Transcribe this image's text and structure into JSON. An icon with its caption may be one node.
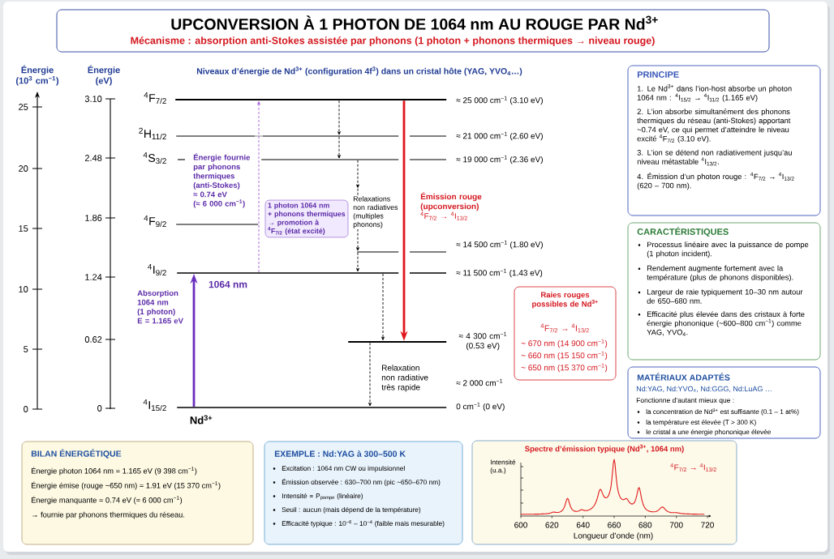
{
  "diagram": {
    "nodes": [
      {
        "text": [
          "UPCONVERSION À 1 PHOTON DE 1064 nm AU ROUGE PAR Nd$^{3+}$",
          "Mécanisme : absorption anti-Stokes assistée par phonons (1 photon + phonons thermiques → niveau rouge)"
        ]
      },
      {
        "text": [
          "$^{4}$F$_{7/2}$"
        ],
        "beside": [
          "≈ 25 000 cm$^{−1}$ (3.10 eV)"
        ]
      },
      {
        "text": [
          "$^{2}$H$_{11/2}$"
        ]
      },
      {
        "text": [
          "$^{4}$S$_{3/2}$"
        ]
      },
      {
        "text": [
          "$^{4}$F$_{9/2}$"
        ]
      },
      {
        "text": [],
        "shape": "bar"
      },
      {
        "text": [
          "$^{4}$I$_{9/2}$"
        ]
      },
      {
        "text": [],
        "shape": "bar",
        "beside": [
          "≈ 4 300 cm$^{−1}$ (0.53 eV)"
        ]
      },
      {
        "text": [
          "$^{4}$I$_{15/2}$"
        ],
        "beside": [
          "0 cm$^{−1}$ (0 eV)"
        ]
      },
      {
        "text": [
          "1 photon 1064 nm + phonons thermiques → promotion à $^{4}$F$_{7/2}$ (état excité)"
        ]
      },
      {
        "text": [
          "Raies rouges possibles de Nd$^{3+}$",
          "$^{4}$F$_{7/2}$ → $^{4}$I$_{13/2}$",
          "~ 670 nm (14 900 cm$^{−1}$)",
          "~ 660 nm (15 150 cm$^{−1}$)",
          "~ 650 nm (15 370 cm$^{−1}$)"
        ]
      },
      {
        "text": [
          "PRINCIPE",
          "1. Le Nd$^{3+}$ dans l’ion-host absorbe un photon 1064 nm : $^{4}$I$_{15/2}$ → $^{4}$I$_{11/2}$ (1.165 eV)",
          "2. L’ion absorbe simultanément des phonons thermiques du réseau (anti-Stokes) apportant ~0.74 eV, ce qui permet d’atteindre le niveau excité $^{4}$F$_{7/2}$ (3.10 eV).",
          "3. L’ion se détend non radiativement jusqu’au niveau métastable $^{4}$I$_{13/2}$.",
          "4. Émission d’un photon rouge : $^{4}$F$_{7/2}$ → $^{4}$I$_{13/2}$ (620 – 700 nm)."
        ]
      },
      {
        "text": [
          "CARACTÉRISTIQUES",
          "Processus linéaire avec la puissance de pompe (1 photon incident).",
          "Rendement augmente fortement avec la température (plus de phonons disponibles).",
          "Largeur de raie typiquement 10–30 nm autour de 650–680 nm.",
          "Efficacité plus élevée dans des cristaux à forte énergie phononique (~600–800 cm$^{−1}$) comme YAG, YVO$_{4}$."
        ]
      },
      {
        "text": [
          "MATÉRIAUX ADAPTÉS",
          "Nd:YAG, Nd:YVO$_{4}$, Nd:GGG, Nd:LuAG …",
          "Fonctionne d’autant mieux que :",
          "la concentration de Nd$^{3+}$ est suffisante (0.1 – 1 at%)",
          "la température est élevée (T > 300 K)",
          "le cristal a une énergie phononique élevée"
        ]
      },
      {
        "text": [
          "BILAN ÉNERGÉTIQUE",
          "Énergie photon 1064 nm = 1.165 eV (9 398 cm$^{−1}$)",
          "Énergie émise (rouge ~650 nm) = 1.91 eV (15 370 cm$^{−1}$)",
          "Énergie manquante = 0.74 eV (≈ 6 000 cm$^{−1}$)",
          "→ fournie par phonons thermiques du réseau."
        ]
      },
      {
        "text": [
          "EXEMPLE : Nd:YAG à 300–500 K",
          "Excitation : 1064 nm CW ou impulsionnel",
          "Émission observée : 630–700 nm (pic ~650–670 nm)",
          "Intensité ∝ P$_{pompe}$ (linéaire)",
          "Seuil : aucun (mais dépend de la température)",
          "Efficacité typique : 10$^{−6}$ – 10$^{−4}$ (faible mais mesurable)"
        ]
      },
      {
        "text": [
          "Spectre d’émission typique (Nd$^{3+}$, 1064 nm)",
          "$^{4}$F$_{7/2}$ → $^{4}$I$_{13/2}$"
        ]
      }
    ],
    "edges": [
      {
        "from": 8,
        "to": 6,
        "arrow": "to",
        "style": "thick",
        "color": "#6a2fc0",
        "label": "Absorption 1064 nm (1 photon) E = 1.165 eV"
      },
      {
        "from": 6,
        "to": 1,
        "arrow": "to",
        "style": "dashed",
        "color": "#a45fd9",
        "label": "Énergie fournie par phonons thermiques (anti-Stokes) ≈ 0.74 eV (≈ 6 000 cm$^{−1}$)"
      },
      {
        "from": 1,
        "to": 2,
        "arrow": "to",
        "style": "dashed"
      },
      {
        "from": 2,
        "to": 3,
        "arrow": "to",
        "style": "dashed"
      },
      {
        "from": 3,
        "to": 5,
        "arrow": "to",
        "style": "dashed",
        "label": "Relaxations non radiatives (multiples phonons)"
      },
      {
        "from": 5,
        "to": 6,
        "arrow": "to",
        "style": "dashed"
      },
      {
        "from": 6,
        "to": 7,
        "arrow": "to",
        "style": "dashed"
      },
      {
        "from": 7,
        "to": 8,
        "arrow": "to",
        "style": "dashed",
        "label": "Relaxation non radiative très rapide"
      },
      {
        "from": 1,
        "to": 7,
        "arrow": "to",
        "style": "thick",
        "color": "#e0161e",
        "label": "**Émission rouge (upconversion)** $^{4}$F$_{7/2}$ → $^{4}$I$_{13/2}$"
      }
    ],
    "labels": [
      "Énergie (10$^{3}$ cm$^{−1}$)",
      "Énergie (eV)",
      "25",
      "20",
      "15",
      "10",
      "5",
      "0",
      "3.10",
      "2.48",
      "1.86",
      "1.24",
      "0.62",
      "0",
      "Niveaux d’énergie de Nd$^{3+}$ (configuration 4f$^{3}$) dans un cristal hôte (YAG, YVO$_{4}$…)",
      "≈ 21 000 cm$^{−1}$ (2.60 eV)",
      "≈ 19 000 cm$^{−1}$ (2.36 eV)",
      "≈ 14 500 cm$^{−1}$ (1.80 eV)",
      "≈ 11 500 cm$^{−1}$ (1.43 eV)",
      "1064 nm",
      "Nd$^{3+}$",
      "≈ 2 000 cm$^{−1}$",
      "Intensité (u.a.)",
      "600",
      "620",
      "640",
      "660",
      "680",
      "700",
      "720",
      "Longueur d’onde (nm)"
    ]
  }
}
